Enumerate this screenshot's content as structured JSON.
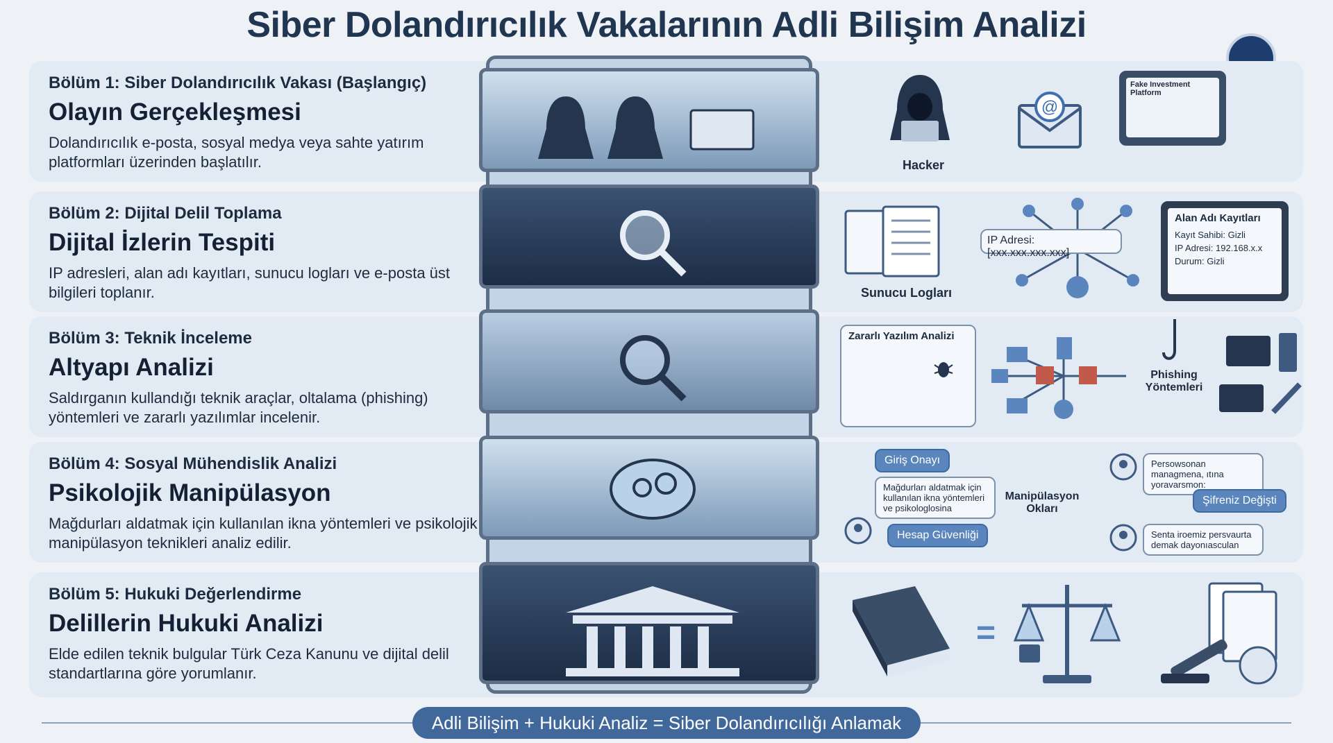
{
  "title": "Siber Dolandırıcılık Vakalarının Adli Bilişim Analizi",
  "sections": [
    {
      "label": "Bölüm 1: Siber Dolandırıcılık Vakası (Başlangıç)",
      "heading": "Olayın Gerçekleşmesi",
      "desc": "Dolandırıcılık e-posta, sosyal medya veya sahte yatırım platformları üzerinden başlatılır."
    },
    {
      "label": "Bölüm 2: Dijital Delil Toplama",
      "heading": "Dijital İzlerin Tespiti",
      "desc": "IP adresleri, alan adı kayıtları, sunucu logları ve e-posta üst bilgileri toplanır."
    },
    {
      "label": "Bölüm 3: Teknik İnceleme",
      "heading": "Altyapı Analizi",
      "desc": "Saldırganın kullandığı teknik araçlar, oltalama (phishing) yöntemleri ve zararlı yazılımlar incelenir."
    },
    {
      "label": "Bölüm 4: Sosyal Mühendislik Analizi",
      "heading": "Psikolojik Manipülasyon",
      "desc": "Mağdurları aldatmak için kullanılan ikna yöntemleri ve psikolojik manipülasyon teknikleri analiz edilir."
    },
    {
      "label": "Bölüm 5: Hukuki Değerlendirme",
      "heading": "Delillerin Hukuki Analizi",
      "desc": "Elde edilen teknik bulgular Türk Ceza Kanunu ve dijital delil standartlarına göre yorumlanır."
    }
  ],
  "r1": {
    "hacker": "Hacker",
    "platform": "Fake Investment Platform"
  },
  "r2": {
    "logs": "Sunucu Logları",
    "ip": "IP Adresi: [xxx.xxx.xxx.xxx]",
    "domain_title": "Alan Adı Kayıtları",
    "domain_owner": "Kayıt Sahibi: Gizli",
    "domain_ip": "IP Adresi: 192.168.x.x",
    "domain_status": "Durum: Gizli"
  },
  "r3": {
    "malware": "Zararlı Yazılım Analizi",
    "phishing": "Phishing Yöntemleri"
  },
  "r4": {
    "giris": "Giriş Onayı",
    "bubble_left": "Mağdurları aldatmak için kullanılan ikna yöntemleri ve psikologlosina",
    "hesap": "Hesap Güvenliği",
    "center": "Manipülasyon Okları",
    "bubble_top": "Persowsonan managmena, ıtına yoravarsmon:",
    "sifre": "Şifreniz Değişti",
    "bubble_bottom": "Senta iroemiz persvaurta demak dayonıasculan"
  },
  "footer": "Adli Bilişim + Hukuki Analiz = Siber Dolandırıcılığı Anlamak"
}
